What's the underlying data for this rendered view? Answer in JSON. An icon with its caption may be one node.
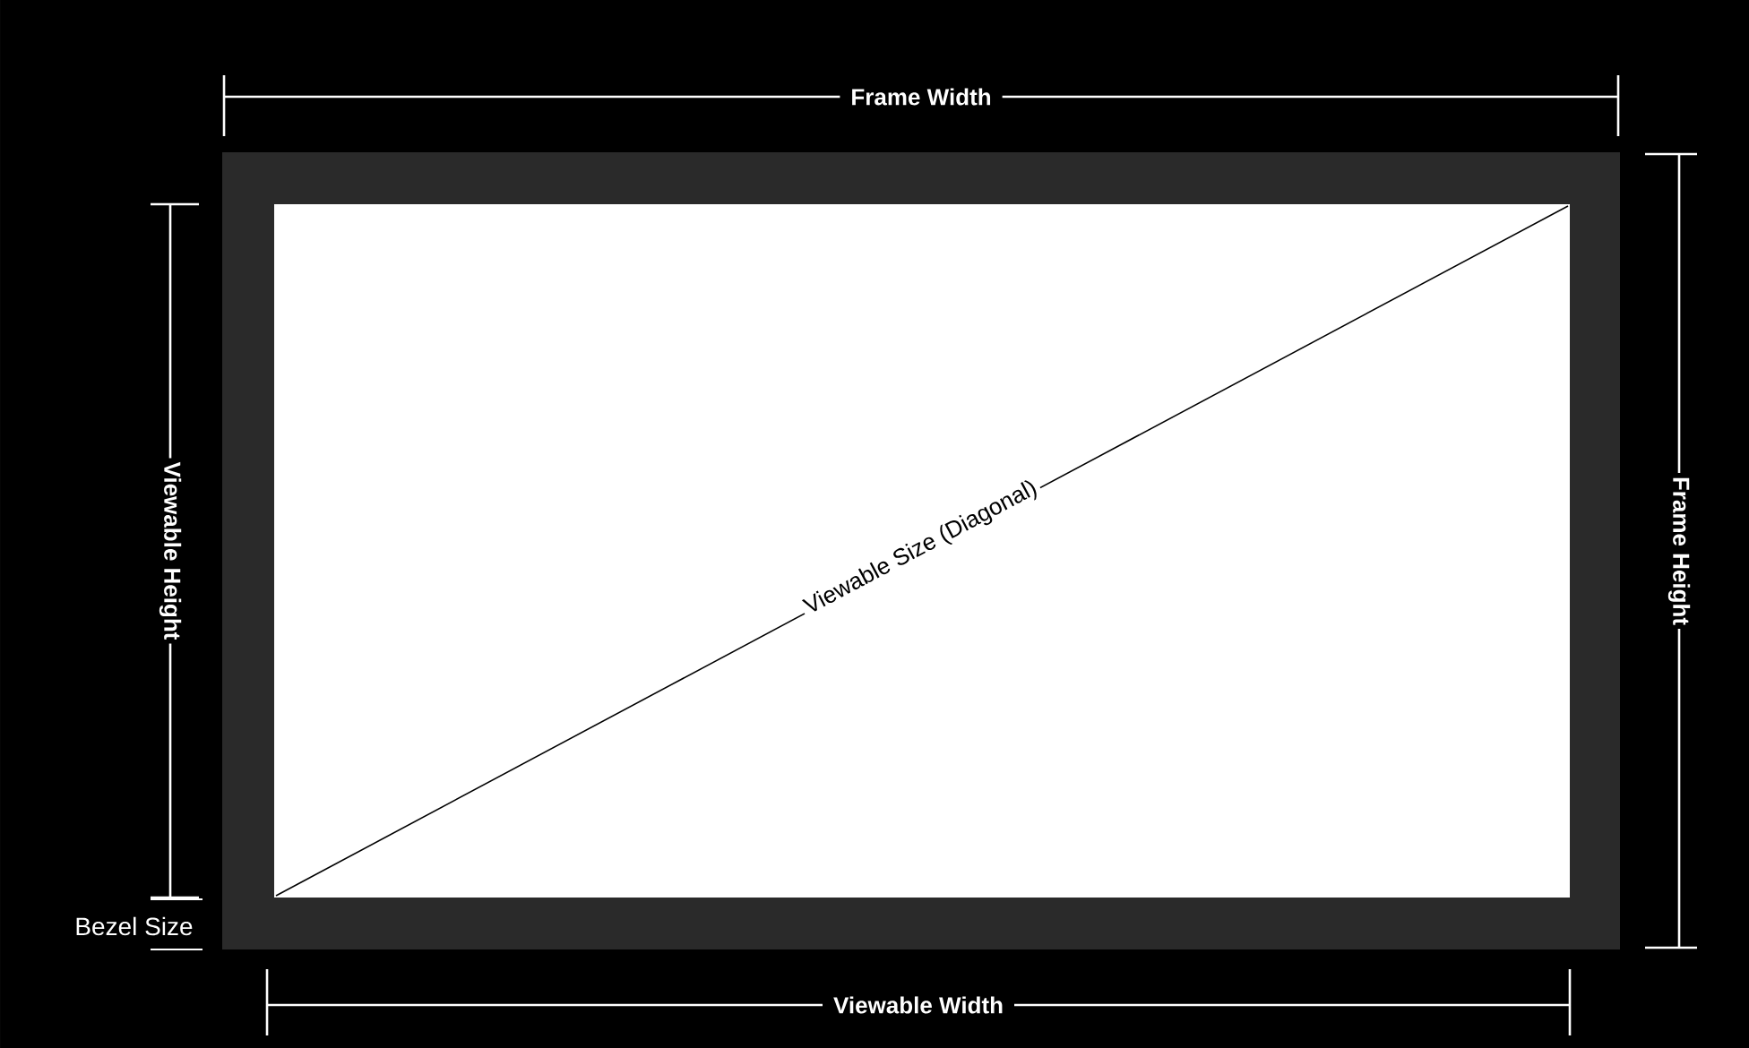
{
  "diagram": {
    "labels": [
      "Frame Width",
      "Viewable Height",
      "Viewable Size (Diagonal)",
      "Frame Height",
      "Bezel Size",
      "Viewable Width"
    ]
  }
}
